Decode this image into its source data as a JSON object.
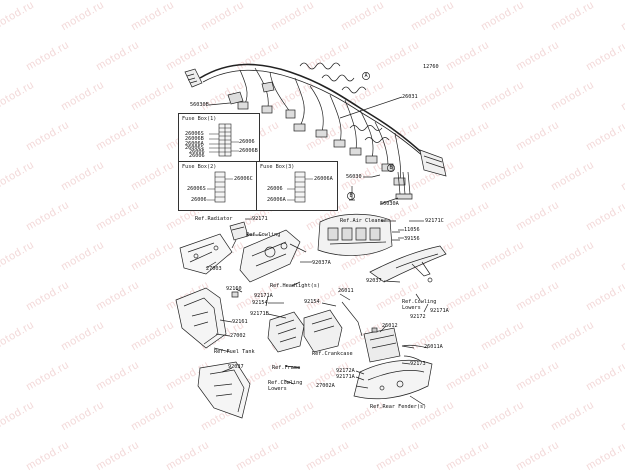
{
  "diagram": {
    "code": "12760",
    "watermark": "motod.ru",
    "boxes": {
      "fuse1": {
        "title": "Fuse Box(1)",
        "parts": [
          "26006S",
          "26006B",
          "26006A",
          "26006S",
          "26006",
          "26006",
          "26006",
          "26006B"
        ]
      },
      "fuse2": {
        "title": "Fuse Box(2)",
        "parts": [
          "26006C",
          "26006S",
          "26006"
        ]
      },
      "fuse3": {
        "title": "Fuse Box(3)",
        "parts": [
          "26006A",
          "26006",
          "26006A"
        ]
      }
    },
    "labels": {
      "p26031": "26031",
      "p56030B": "56030B",
      "p56030": "56030",
      "p56030A": "56030A",
      "circleA1": "A",
      "circleA2": "A",
      "circleB1": "B",
      "circleB2": "B",
      "refRadiator": "Ref.Radiator",
      "p92171a": "92171",
      "refCowling": "Ref.Cowling",
      "p27003": "27003",
      "p92037A": "92037A",
      "refHeadlight": "Ref.Headlight(s)",
      "refAirCleaner": "Ref.Air Cleaner",
      "p92171C": "92171C",
      "p11056": "11056",
      "p39156": "39156",
      "p92160": "92160",
      "p92171A": "92171A",
      "p92154a": "92154",
      "p92154b": "92154",
      "p92171B": "92171B",
      "p92161": "92161",
      "p26011": "26011",
      "p92037a": "92037",
      "refCowlingLowers1": "Ref.Cowling\nLowers",
      "p92172": "92172",
      "p92171A2": "92171A",
      "p27002": "27002",
      "refFuelTank": "Ref.Fuel Tank",
      "p26012": "26012",
      "p26011A": "26011A",
      "refCrankcase": "Ref.Crankcase",
      "p92173": "92173",
      "p92037b": "92037",
      "refFrame": "Ref.Frame",
      "refCowlingLowers2": "Ref.Cowling\nLowers",
      "p92172A": "92172A",
      "p92171A3": "92171A",
      "p27002A": "27002A",
      "refRearFender": "Ref.Rear Fender(s)"
    }
  }
}
